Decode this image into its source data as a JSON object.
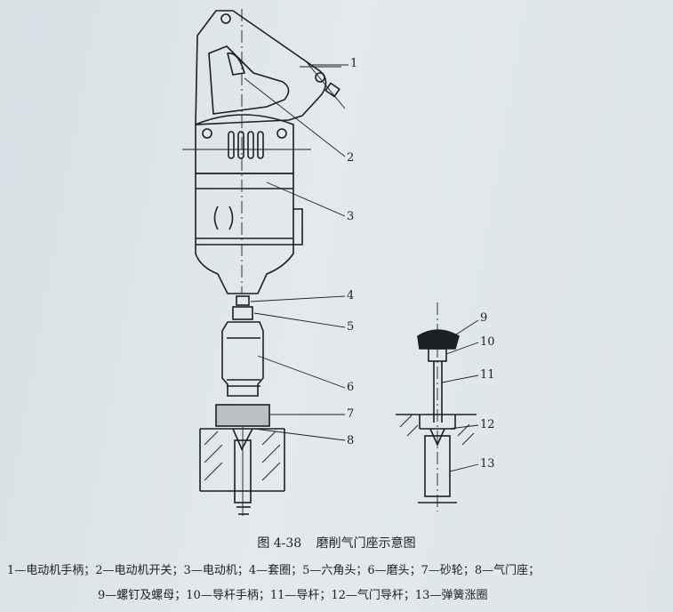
{
  "callouts": [
    "1",
    "2",
    "3",
    "4",
    "5",
    "6",
    "7",
    "8",
    "9",
    "10",
    "11",
    "12",
    "13"
  ],
  "caption": {
    "fig_no": "图 4-38",
    "title": "磨削气门座示意图"
  },
  "legend": {
    "line1": "1—电动机手柄；2—电动机开关；3—电动机；4—套圈；5—六角头；6—磨头；7—砂轮；8—气门座；",
    "line2": "9—螺钉及螺母；10—导杆手柄；11—导杆；12—气门导杆；13—弹簧涨圈"
  }
}
